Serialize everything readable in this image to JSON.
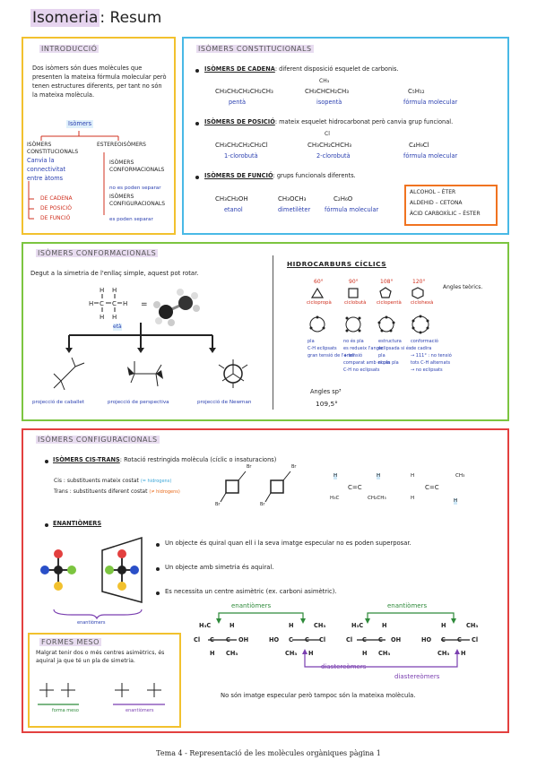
{
  "title": {
    "highlight": "Isomeria",
    "rest": ": Resum"
  },
  "intro": {
    "heading": "Introducció",
    "text": "Dos isòmers són dues molècules que presenten la mateixa fórmula molecular però tenen estructures diferents, per tant no són la mateixa molècula.",
    "tree_root": "Isòmers",
    "const_label": "Isòmers constitucionals",
    "const_desc": "Canvia la connectivitat entre àtoms",
    "const_items": [
      "De cadena",
      "De posició",
      "De funció"
    ],
    "stereo_label": "Estereoisòmers",
    "stereo_items": [
      "Isòmers conformacionals",
      "no es poden separar",
      "Isòmers configuracionals",
      "es poden separar"
    ]
  },
  "constitucionals": {
    "heading": "Isòmers constitucionals",
    "cadena": {
      "label": "Isòmers de cadena",
      "desc": ": diferent disposició esquelet de carbonis.",
      "f1": "CH₃CH₂CH₂CH₂CH₃",
      "n1": "pentà",
      "f2top": "CH₃",
      "f2": "CH₃CHCH₂CH₃",
      "n2": "isopentà",
      "f3": "C₅H₁₂",
      "n3": "fórmula molecular"
    },
    "posicio": {
      "label": "Isòmers de posició",
      "desc": ": mateix esquelet hidrocarbonat però canvia grup funcional.",
      "f1": "CH₃CH₂CH₂CH₂Cl",
      "n1": "1-clorobutà",
      "f2top": "Cl",
      "f2": "CH₃CH₂CHCH₃",
      "n2": "2-clorobutà",
      "f3": "C₄H₉Cl",
      "n3": "fórmula molecular"
    },
    "funcio": {
      "label": "Isòmers de funció",
      "desc": ": grups funcionals diferents.",
      "f1": "CH₃CH₂OH",
      "n1": "etanol",
      "f2": "CH₃OCH₃",
      "n2": "dimetilèter",
      "f3": "C₂H₆O",
      "n3": "fórmula molecular"
    },
    "pairs": [
      "Alcohol – èter",
      "Aldehid – cetona",
      "Àcid carboxílic – èster"
    ]
  },
  "conformacionals": {
    "heading": "Isòmers conformacionals",
    "desc": "Degut a la simetria de l'enllaç simple, aquest pot rotar.",
    "ethane": "età",
    "projections": [
      "projecció de caballet",
      "projecció de perspectiva",
      "projecció de Newman"
    ]
  },
  "ciclics": {
    "heading": "Hidrocarburs cíclics",
    "angles": [
      "60°",
      "90°",
      "108°",
      "120°"
    ],
    "angles_note": "Angles teòrics.",
    "names": [
      "ciclopropà",
      "ciclobutà",
      "ciclopentà",
      "ciclohexà"
    ],
    "notes": [
      [
        "pla",
        "C-H eclipsats",
        "gran tensió de l'anell"
      ],
      [
        "no és pla",
        "es redueix l'angle",
        "+ tensió",
        "comparat amb el pla",
        "C-H no eclipsats"
      ],
      [
        "estructura",
        "eclipsada si és",
        "pla",
        "no és pla"
      ],
      [
        "conformació",
        "de cadira",
        "→ 111° : no tensió",
        "tots C-H alternats",
        "→ no eclipsats"
      ]
    ],
    "sp3": "Angles sp³",
    "sp3_value": "109,5°"
  },
  "configuracionals": {
    "heading": "Isòmers configuracionals",
    "cistrans": {
      "label": "Isòmers cis-trans",
      "desc": ": Rotació restringida molècula (cíclic o insaturacions)",
      "cis": "Cis : substituents mateix costat",
      "cis_note": "(= hidrogens)",
      "trans": "Trans : substituents diferent costat",
      "trans_note": "(≠ hidrogens)",
      "br": "Br",
      "alkene_left": [
        "H",
        "H",
        "H₃C",
        "CH₂CH₃",
        "C=C"
      ],
      "alkene_right": [
        "H",
        "CH₃",
        "H",
        "H",
        "C=C"
      ]
    },
    "enantiomers": {
      "label": "Enantiòmers",
      "points": [
        "Un objecte és quiral quan ell i la seva imatge especular no es poden superposar.",
        "Un objecte amb simetria és aquiral.",
        "Es necessita un centre asimètric (ex. carboni asimètric)."
      ],
      "brace_label": "enantiòmers",
      "top1": "enantiòmers",
      "top2": "enantiòmers",
      "bottom1": "diastereòmers",
      "bottom2": "diastereòmers",
      "mol": [
        "H₃C",
        "H",
        "CH₃",
        "Cl",
        "H",
        "OH",
        "HO",
        "Cl",
        "H",
        "H",
        "CH₃",
        "CH₃",
        "C",
        "C"
      ],
      "conclusion": "No són imatge especular però tampoc són la mateixa molècula."
    },
    "meso": {
      "heading": "Formes meso",
      "text": "Malgrat tenir dos o més centres asimètrics, és aquiral ja que té un pla de simetria.",
      "label1": "forma meso",
      "label2": "enantiòmers"
    }
  },
  "footer": "Tema 4 - Representació de les molècules orgàniques pàgina 1",
  "colors": {
    "yellow": "#f2c12e",
    "blue": "#49b9e6",
    "green": "#7cc540",
    "red": "#e3403f",
    "orange": "#f07320"
  }
}
